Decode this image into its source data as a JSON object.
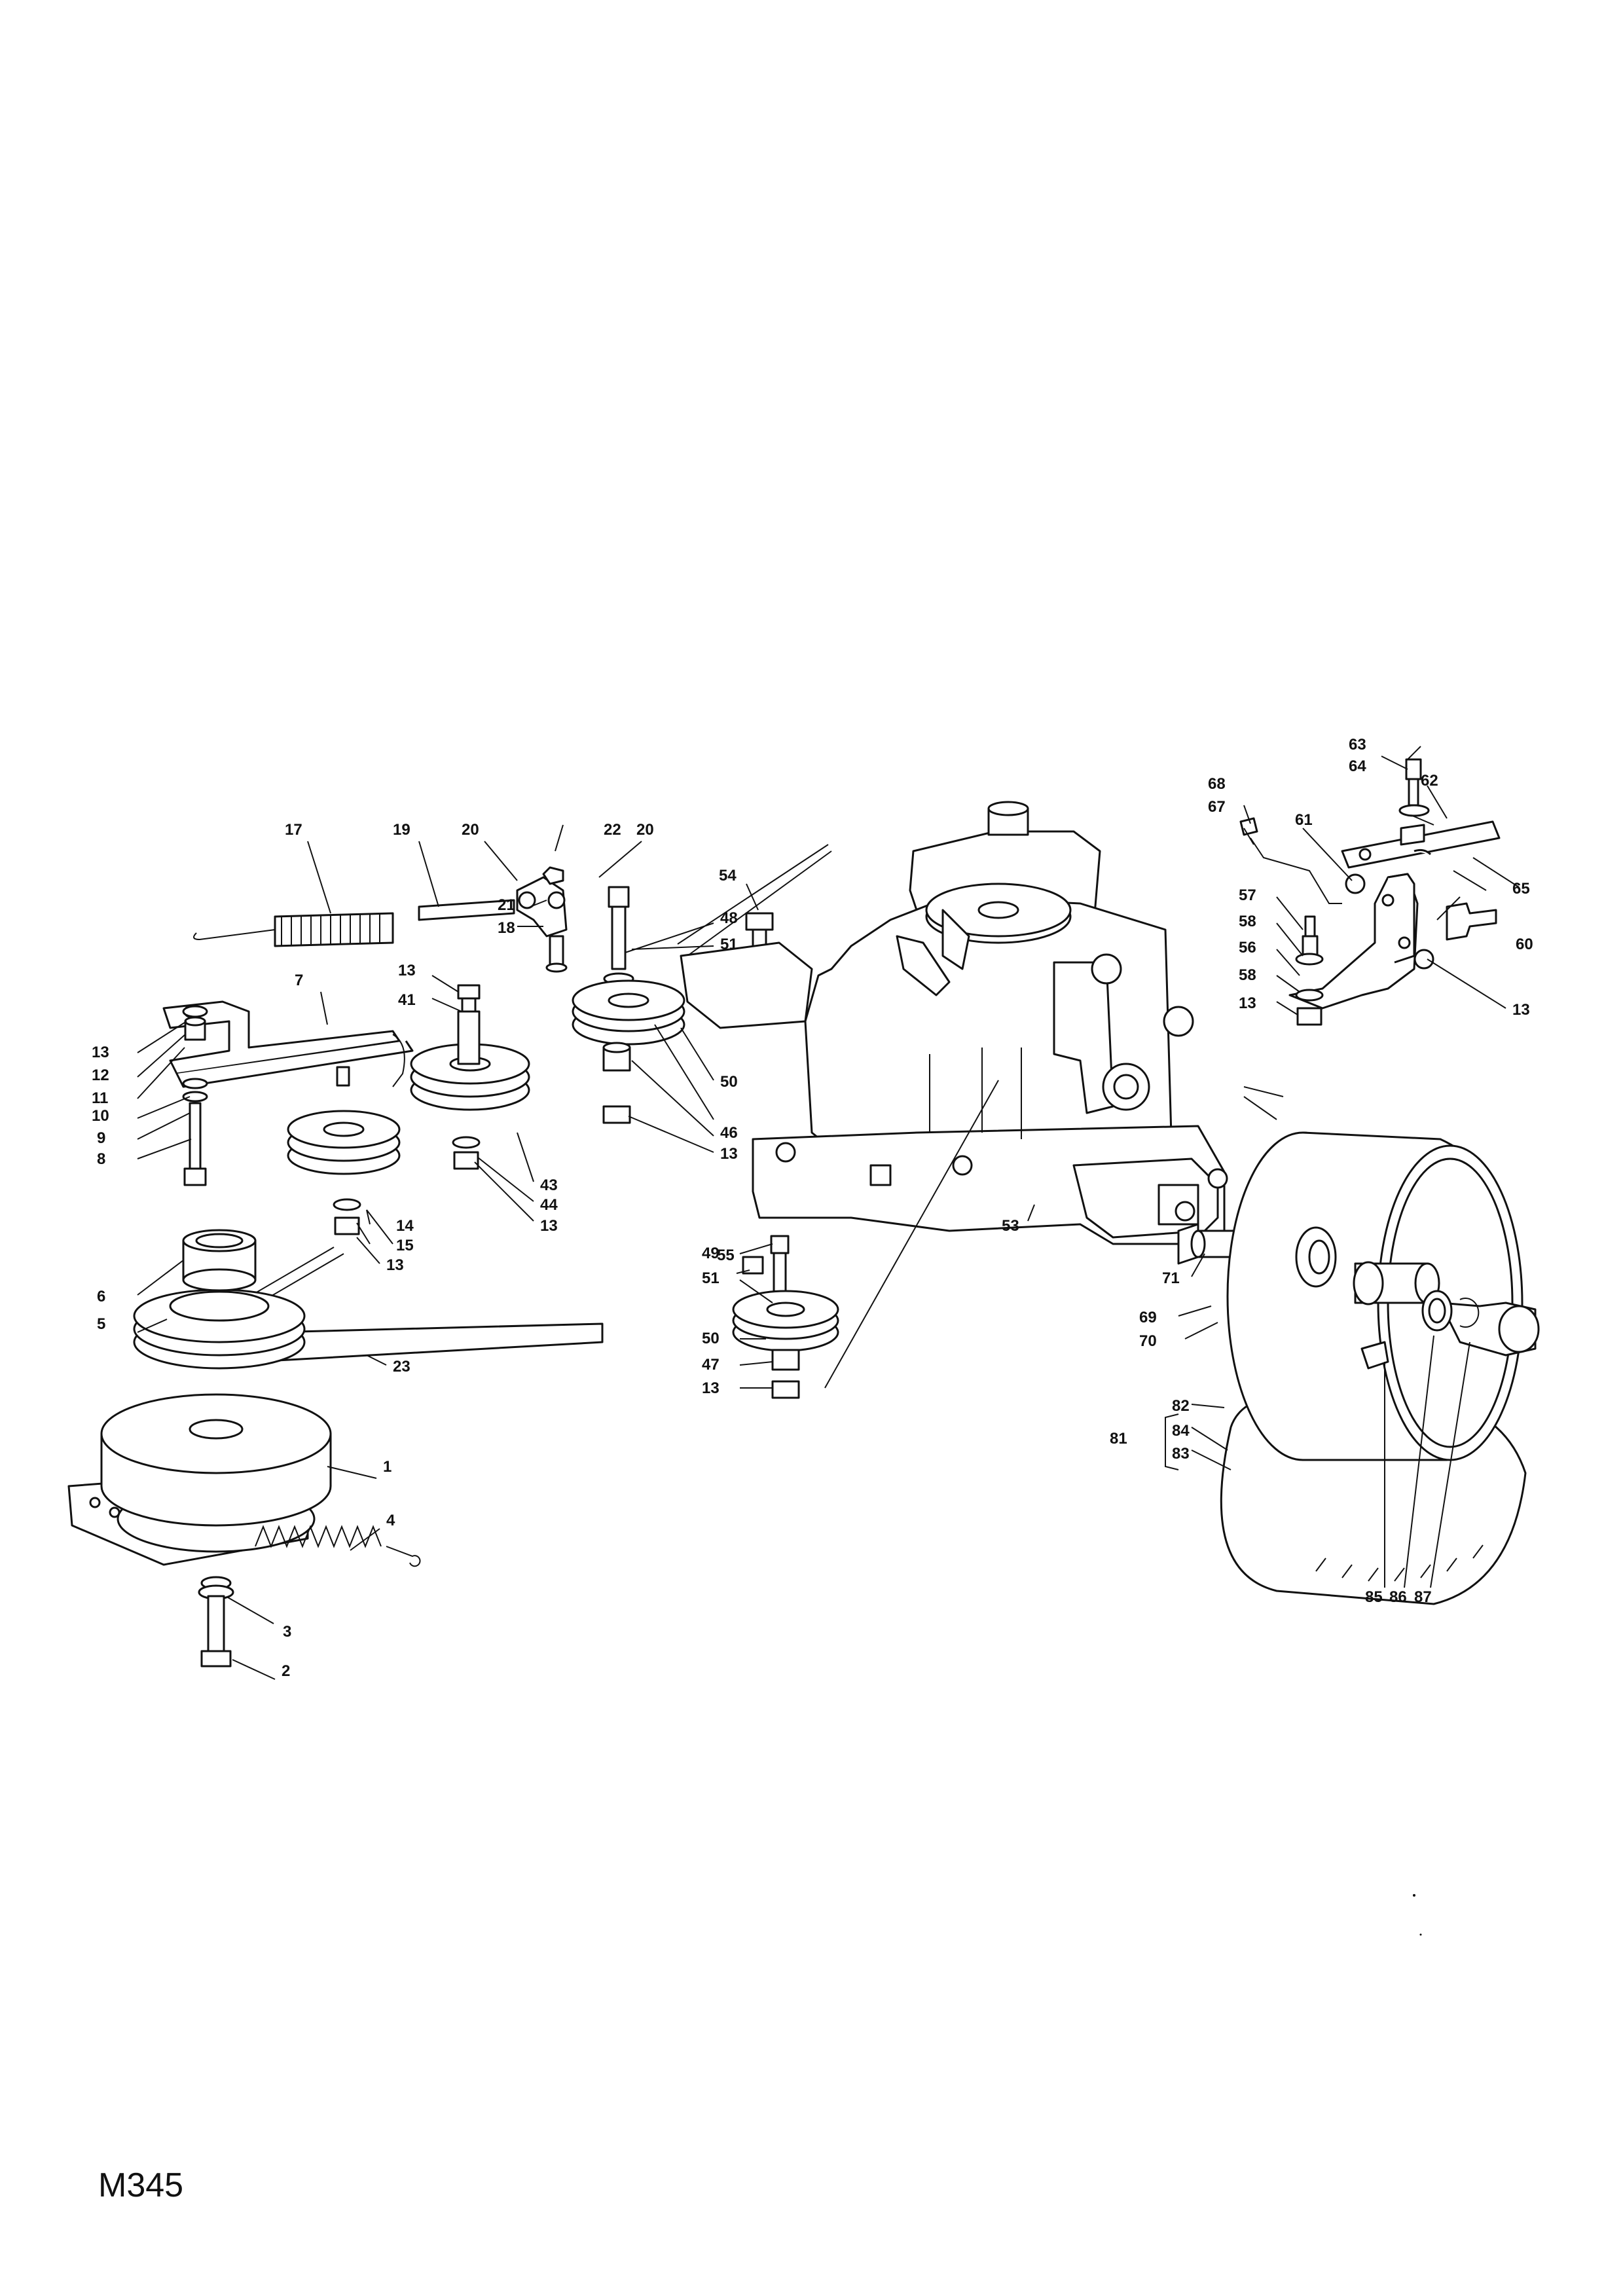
{
  "drawing_code": "M345",
  "callouts": [
    "1",
    "2",
    "3",
    "4",
    "5",
    "6",
    "7",
    "8",
    "9",
    "10",
    "11",
    "12",
    "13",
    "13",
    "13",
    "13",
    "13",
    "13",
    "13",
    "13",
    "14",
    "15",
    "17",
    "18",
    "19",
    "20",
    "20",
    "21",
    "22",
    "23",
    "41",
    "43",
    "44",
    "46",
    "47",
    "48",
    "49",
    "50",
    "50",
    "51",
    "51",
    "53",
    "54",
    "55",
    "56",
    "57",
    "58",
    "58",
    "60",
    "61",
    "62",
    "63",
    "64",
    "65",
    "67",
    "68",
    "69",
    "70",
    "71",
    "81",
    "82",
    "83",
    "84",
    "85",
    "86",
    "87"
  ]
}
